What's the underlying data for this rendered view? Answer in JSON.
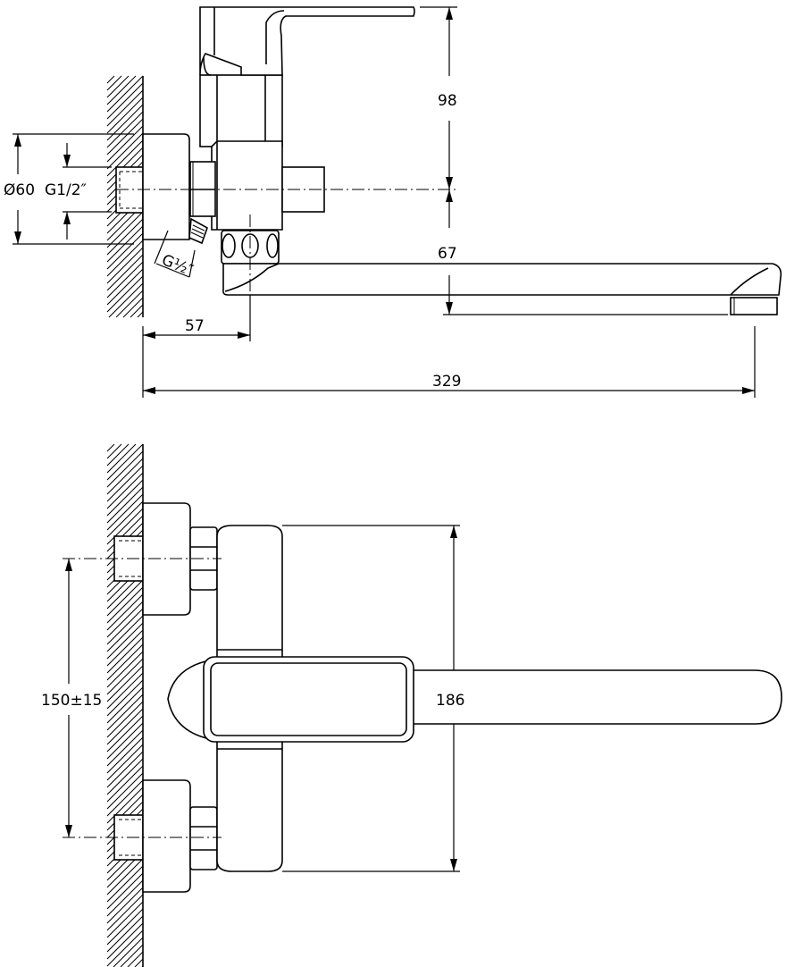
{
  "title": "Wall-mounted mixer dimension drawing",
  "side_view": {
    "dims": {
      "height_above_center": "98",
      "center_to_outlet": "67",
      "flange_diameter": "Ø60",
      "inlet_thread": "G1/2″",
      "outlet_thread": "G½″",
      "wall_to_body": "57",
      "total_reach": "329"
    }
  },
  "top_view": {
    "dims": {
      "inlet_spacing": "150±15",
      "body_length": "186"
    }
  },
  "colors": {
    "line": "#000000",
    "background": "#ffffff"
  }
}
